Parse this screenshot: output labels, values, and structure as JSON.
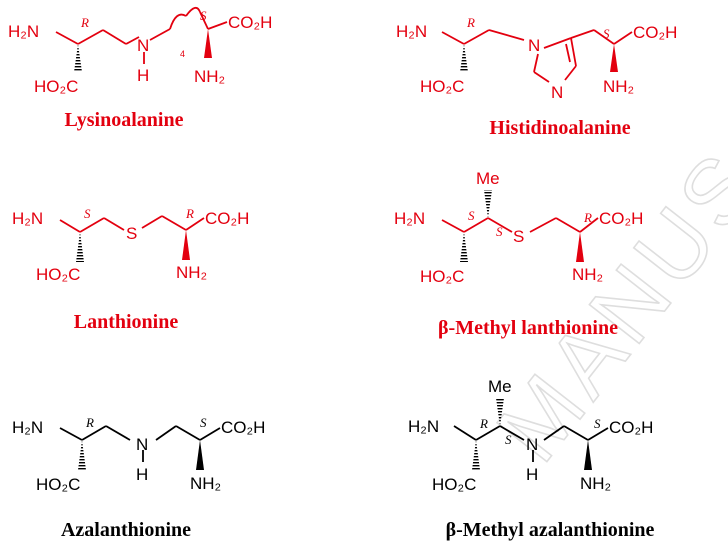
{
  "colors": {
    "highlight": "#e3000f",
    "plain": "#000000",
    "watermark": "#d9d9d9"
  },
  "watermark": {
    "text": "MANUSCRIPT"
  },
  "atoms": {
    "h2n": "H₂N",
    "ho2c": "HO₂C",
    "co2h": "CO₂H",
    "nh2": "NH₂",
    "n": "N",
    "h": "H",
    "s": "S",
    "me": "Me",
    "chain_count": "4"
  },
  "stereo": {
    "r": "R",
    "s": "S"
  },
  "compounds": [
    {
      "name": "Lysinoalanine",
      "color": "highlight"
    },
    {
      "name": "Histidinoalanine",
      "color": "highlight"
    },
    {
      "name": "Lanthionine",
      "color": "highlight"
    },
    {
      "name": "β-Methyl lanthionine",
      "color": "highlight"
    },
    {
      "name": "Azalanthionine",
      "color": "plain"
    },
    {
      "name": "β-Methyl azalanthionine",
      "color": "plain"
    }
  ]
}
